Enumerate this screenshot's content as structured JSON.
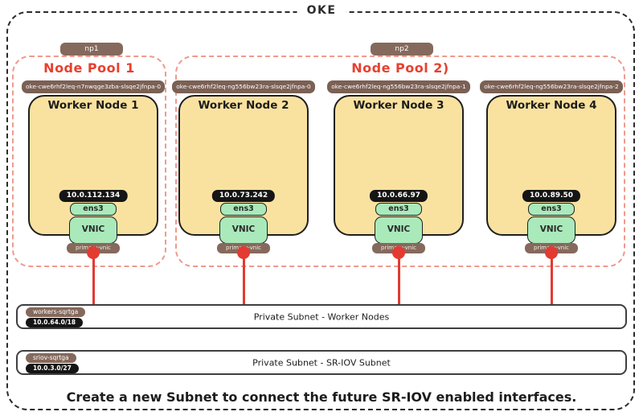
{
  "diagram": {
    "title": "OKE",
    "note": "Create a new Subnet to connect the future SR-IOV enabled interfaces."
  },
  "node_pools": [
    {
      "tag": "np1",
      "title": "Node Pool 1"
    },
    {
      "tag": "np2",
      "title": "Node Pool 2)"
    }
  ],
  "workers": [
    {
      "id": "oke-cwe6rhf2leq-n7nwqge3zba-slsqe2jfnpa-0",
      "title": "Worker Node 1",
      "ip": "10.0.112.134",
      "iface": "ens3",
      "vnic": "VNIC",
      "vnic_tag": "primary-vnic"
    },
    {
      "id": "oke-cwe6rhf2leq-ng556bw23ra-slsqe2jfnpa-0",
      "title": "Worker Node 2",
      "ip": "10.0.73.242",
      "iface": "ens3",
      "vnic": "VNIC",
      "vnic_tag": "primary-vnic"
    },
    {
      "id": "oke-cwe6rhf2leq-ng556bw23ra-slsqe2jfnpa-1",
      "title": "Worker Node 3",
      "ip": "10.0.66.97",
      "iface": "ens3",
      "vnic": "VNIC",
      "vnic_tag": "primary-vnic"
    },
    {
      "id": "oke-cwe6rhf2leq-ng556bw23ra-slsqe2jfnpa-2",
      "title": "Worker Node 4",
      "ip": "10.0.89.50",
      "iface": "ens3",
      "vnic": "VNIC",
      "vnic_tag": "primary-vnic"
    }
  ],
  "subnets": [
    {
      "tag": "workers-sqrtga",
      "cidr": "10.0.64.0/18",
      "label": "Private Subnet - Worker Nodes"
    },
    {
      "tag": "sriov-sqrtga",
      "cidr": "10.0.3.0/27",
      "label": "Private Subnet - SR-IOV Subnet"
    }
  ],
  "colors": {
    "ink": "#2b2b2b",
    "accent-red": "#e7402f",
    "pool-border": "#f09a8e",
    "connector-red": "#e33a31",
    "badge-brown": "#85695c",
    "badge-brown-dark": "#7b6054",
    "badge-black": "#151515",
    "node-fill": "#f9e2a0",
    "nic-green": "#a9e9ba"
  }
}
